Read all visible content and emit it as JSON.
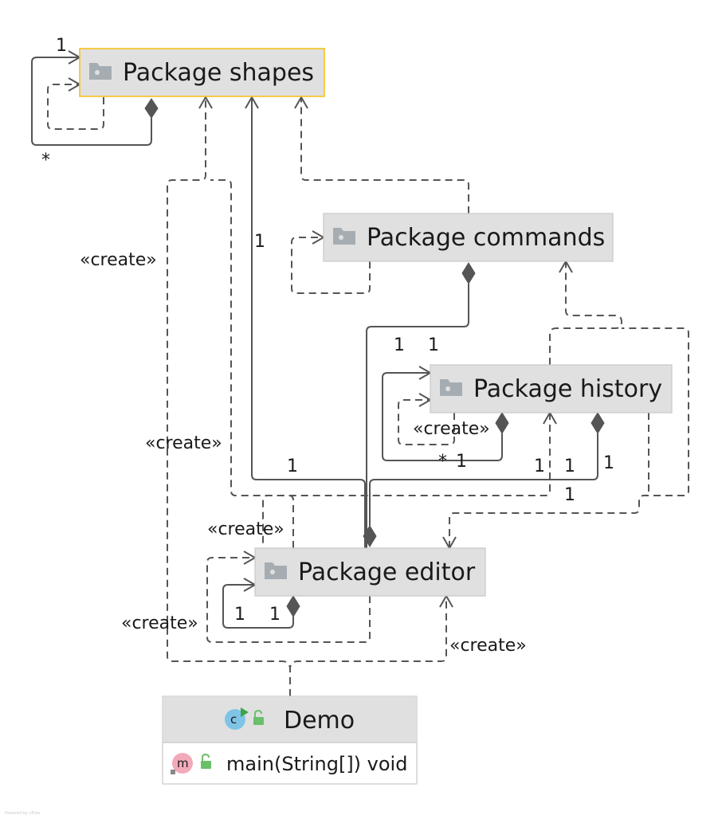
{
  "packages": {
    "shapes": {
      "label": "Package shapes"
    },
    "commands": {
      "label": "Package commands"
    },
    "history": {
      "label": "Package history"
    },
    "editor": {
      "label": "Package editor"
    }
  },
  "demo_class": {
    "name": "Demo",
    "type_badge": "c",
    "method_badge": "m",
    "method": "main(String[]) void"
  },
  "multiplicities": {
    "shapes_self_target": "1",
    "shapes_self_source": "*",
    "editor_shapes": "1",
    "commands_editor_a": "1",
    "commands_editor_b": "1",
    "history_self_source": "*",
    "history_self_target": "1",
    "editor_history_source": "1",
    "editor_history_mid": "1",
    "editor_history_target": "1",
    "editor_history_lower": "1",
    "editor_shapes_end": "1",
    "editor_self_a": "1",
    "editor_self_b": "1"
  },
  "stereotypes": {
    "demo_shapes": "«create»",
    "editor_shapes": "«create»",
    "history_self": "«create»",
    "editor_history": "«create»",
    "editor_self": "«create»",
    "demo_editor": "«create»"
  },
  "watermark": "Powered by yFiles",
  "colors": {
    "selection": "#f6c21a",
    "edge": "#555555",
    "box_fill": "#e0e0e0",
    "class_badge": "#7fc4e6",
    "method_badge": "#f2aab8",
    "access_icon": "#6abf69"
  }
}
